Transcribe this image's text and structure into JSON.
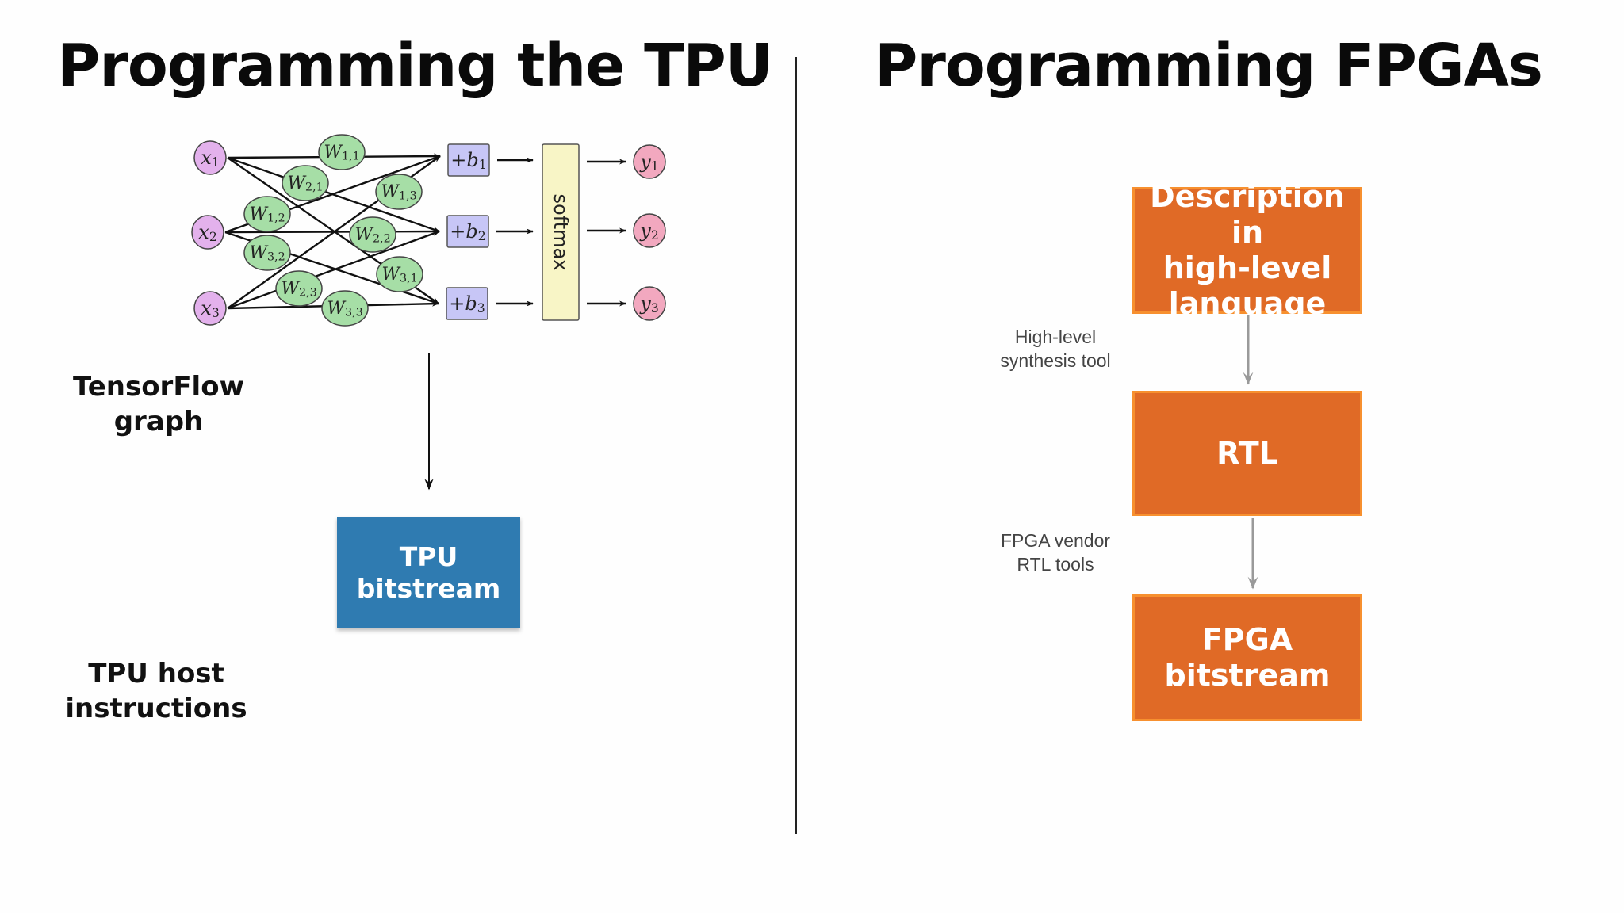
{
  "left": {
    "title": "Programming the TPU",
    "tensorflow_label": [
      "TensorFlow",
      "graph"
    ],
    "host_label": [
      "TPU host",
      "instructions"
    ],
    "tpu_box": [
      "TPU",
      "bitstream"
    ],
    "tpu_box_color": "#2f7bb1",
    "network": {
      "inputs": [
        "x1",
        "x2",
        "x3"
      ],
      "weights": [
        "W1,1",
        "W2,1",
        "W1,2",
        "W3,2",
        "W2,2",
        "W1,3",
        "W3,1",
        "W2,3",
        "W3,3"
      ],
      "biases": [
        "+b1",
        "+b2",
        "+b3"
      ],
      "softmax": "softmax",
      "outputs": [
        "y1",
        "y2",
        "y3"
      ],
      "colors": {
        "input": "#e3b1ec",
        "weight": "#a6dea6",
        "bias": "#c7c6f6",
        "softmax": "#f8f5c6",
        "output": "#f2a8bf"
      }
    }
  },
  "right": {
    "title": "Programming FPGAs",
    "boxes": [
      [
        "Description in",
        "high-level",
        "language"
      ],
      [
        "RTL"
      ],
      [
        "FPGA",
        "bitstream"
      ]
    ],
    "tools": [
      [
        "High-level",
        "synthesis tool"
      ],
      [
        "FPGA vendor",
        "RTL tools"
      ]
    ],
    "box_color": "#e06a26",
    "box_border_color": "#f7902f"
  }
}
